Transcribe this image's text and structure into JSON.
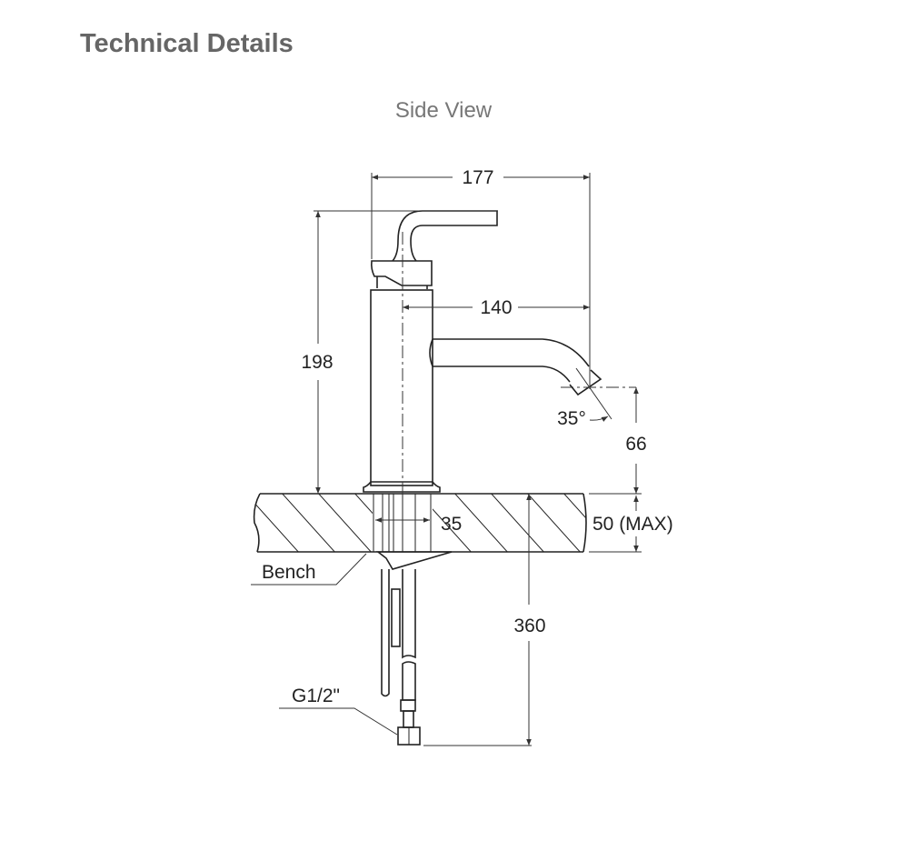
{
  "header": {
    "title": "Technical Details",
    "view_label": "Side View"
  },
  "dimensions": {
    "overall_width": "177",
    "overall_height": "198",
    "spout_reach": "140",
    "spout_angle": "35°",
    "spout_clearance": "66",
    "bench_thickness": "50 (MAX)",
    "hole_diameter": "35",
    "hose_length": "360"
  },
  "labels": {
    "bench": "Bench",
    "connection": "G1/2\""
  }
}
